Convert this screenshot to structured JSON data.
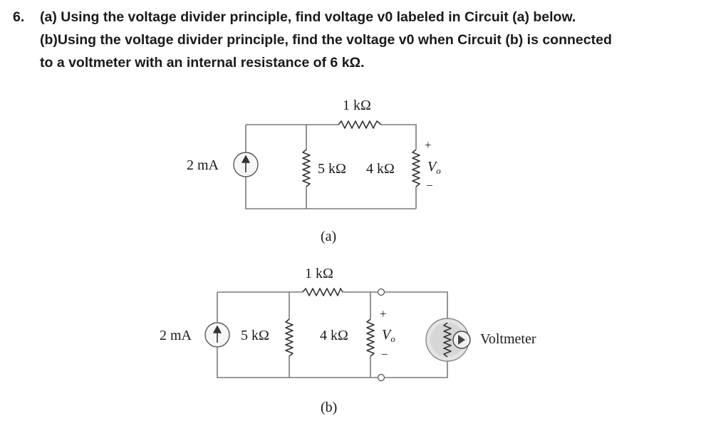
{
  "problem": {
    "number": "6.",
    "line1": "(a) Using the voltage divider principle, find voltage v0 labeled in Circuit (a) below.",
    "line2": "(b)Using the voltage divider principle, find the voltage v0 when Circuit (b) is connected",
    "line3": "to a voltmeter with an internal resistance of 6 kΩ."
  },
  "circuit_a": {
    "source_label": "2 mA",
    "r_series": "1 kΩ",
    "r_shunt1": "5 kΩ",
    "r_shunt2": "4 kΩ",
    "plus": "+",
    "minus": "−",
    "vo_main": "V",
    "vo_sub": "o",
    "caption": "(a)"
  },
  "circuit_b": {
    "source_label": "2 mA",
    "r_shunt1": "5 kΩ",
    "r_series": "1 kΩ",
    "r_shunt2": "4 kΩ",
    "plus": "+",
    "minus": "−",
    "vo_main": "V",
    "vo_sub": "o",
    "meter_label": "Voltmeter",
    "caption": "(b)"
  }
}
